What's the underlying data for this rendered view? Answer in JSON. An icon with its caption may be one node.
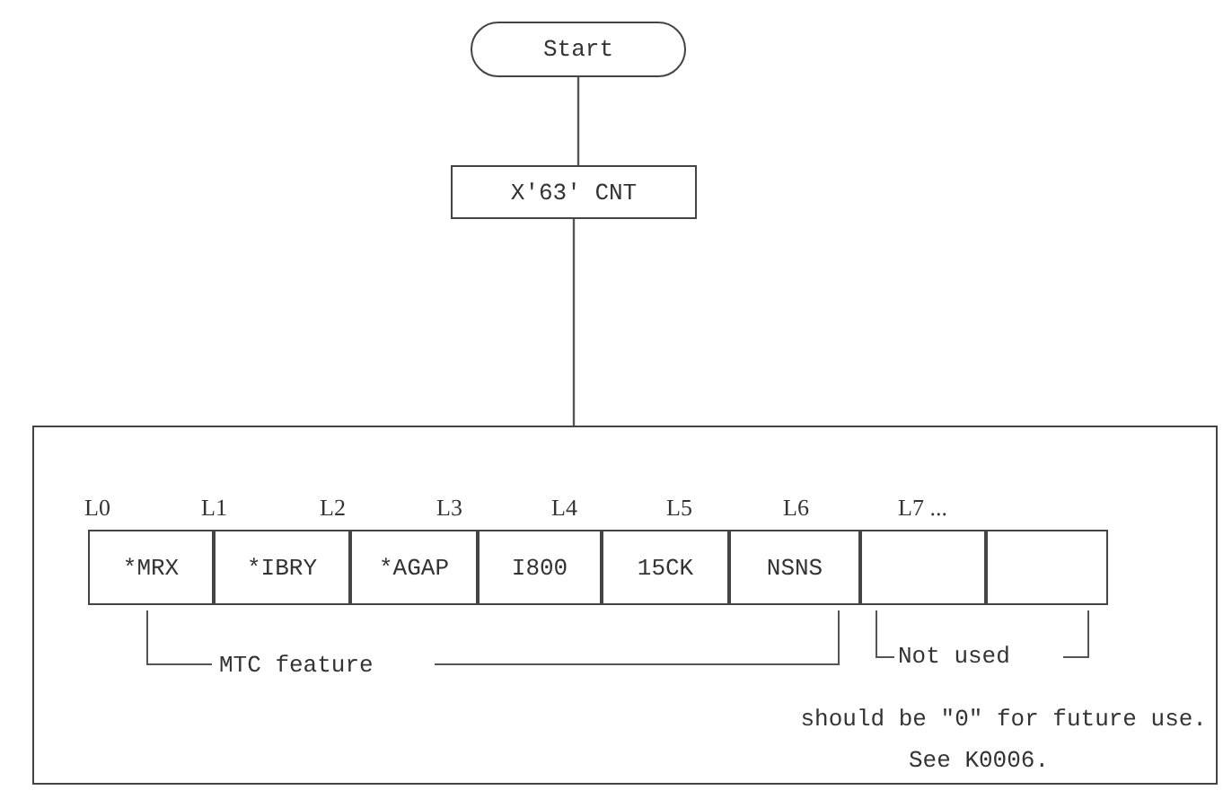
{
  "diagram": {
    "nodes": [
      {
        "text": [
          "Start"
        ]
      },
      {
        "text": [
          "X'63' CNT"
        ]
      },
      {
        "text": [],
        "shape": "box"
      },
      {
        "text": [
          "*MRX"
        ],
        "in": 2
      },
      {
        "text": [
          "*IBRY"
        ],
        "in": 2
      },
      {
        "text": [
          "*AGAP"
        ],
        "in": 2
      },
      {
        "text": [
          "I800"
        ],
        "in": 2
      },
      {
        "text": [
          "15CK"
        ],
        "in": 2
      },
      {
        "text": [
          "NSNS"
        ],
        "in": 2
      },
      {
        "text": [],
        "shape": "box",
        "in": 2
      },
      {
        "text": [],
        "shape": "box",
        "in": 2
      }
    ],
    "edges": [
      {
        "from": 0,
        "to": 1,
        "arrow": "none"
      },
      {
        "from": 1,
        "to": 2,
        "arrow": "none"
      }
    ],
    "labels": [
      "L0",
      "L1",
      "L2",
      "L3",
      "L4",
      "L5",
      "L6",
      "L7 ...",
      "MTC feature",
      "Not used",
      "should be \"0\" for future use.",
      "See K0006."
    ]
  }
}
